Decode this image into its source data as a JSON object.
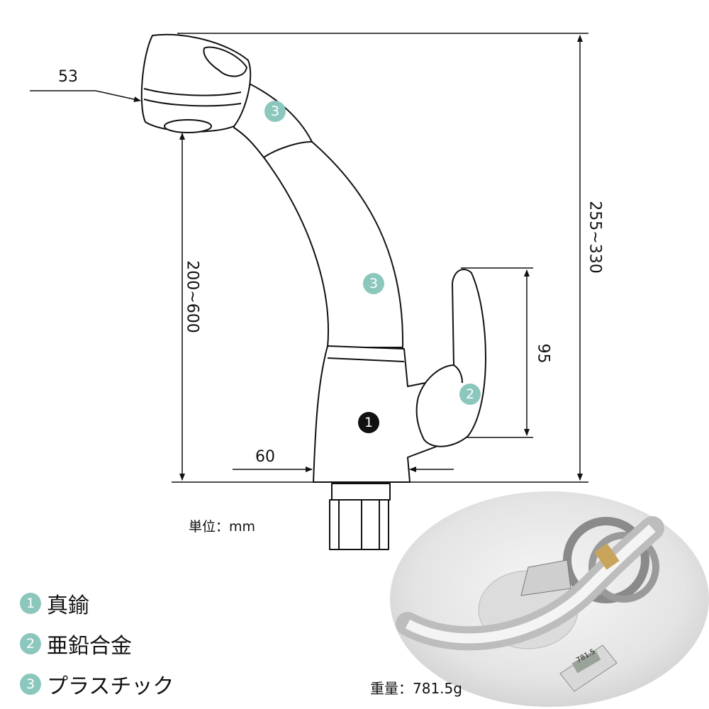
{
  "dimensions": {
    "spout_width": "53",
    "spout_height": "200~600",
    "total_height": "255~330",
    "handle_height": "95",
    "body_width": "60"
  },
  "unit_label": "単位：mm",
  "callouts": {
    "spout_head": "3",
    "spout_neck": "3",
    "body": "1",
    "handle": "2"
  },
  "legend": [
    {
      "number": "1",
      "material": "真鍮"
    },
    {
      "number": "2",
      "material": "亜鉛合金"
    },
    {
      "number": "3",
      "material": "プラスチック"
    }
  ],
  "photo": {
    "weight_label": "重量：781.5g",
    "scale_display": "781.5"
  },
  "colors": {
    "badge": "#8cc7bd",
    "badge_dark": "#111111",
    "line": "#111111"
  }
}
